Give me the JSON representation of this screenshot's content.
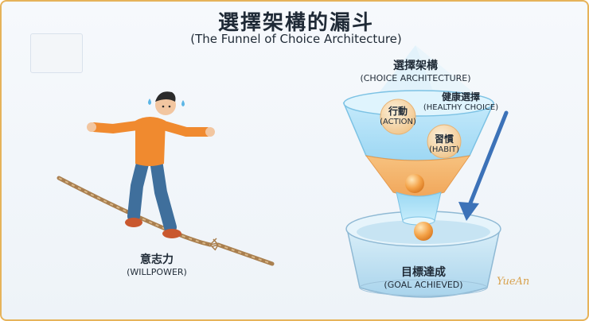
{
  "title": "選擇架構的漏斗",
  "subtitle": "(The Funnel of Choice Architecture)",
  "funnel": {
    "title": "選擇架構",
    "title_en": "(CHOICE ARCHITECTURE)"
  },
  "nodes": {
    "action": {
      "zh": "行動",
      "en": "(ACTION)"
    },
    "healthy_choice": {
      "zh": "健康選擇",
      "en": "(HEALTHY CHOICE)"
    },
    "habit": {
      "zh": "習慣",
      "en": "(HABIT)"
    }
  },
  "willpower": {
    "zh": "意志力",
    "en": "(WILLPOWER)"
  },
  "goal": {
    "zh": "目標達成",
    "en": "(GOAL ACHIEVED)"
  },
  "signature": "YueAn",
  "colors": {
    "frame": "#e6b35a",
    "funnel_blue": "#79c9ef",
    "funnel_orange": "#f5b56a",
    "arrow": "#3c72b8",
    "ball": "#f29a3a",
    "shirt": "#f08a2f",
    "jeans": "#3f6f9c"
  }
}
